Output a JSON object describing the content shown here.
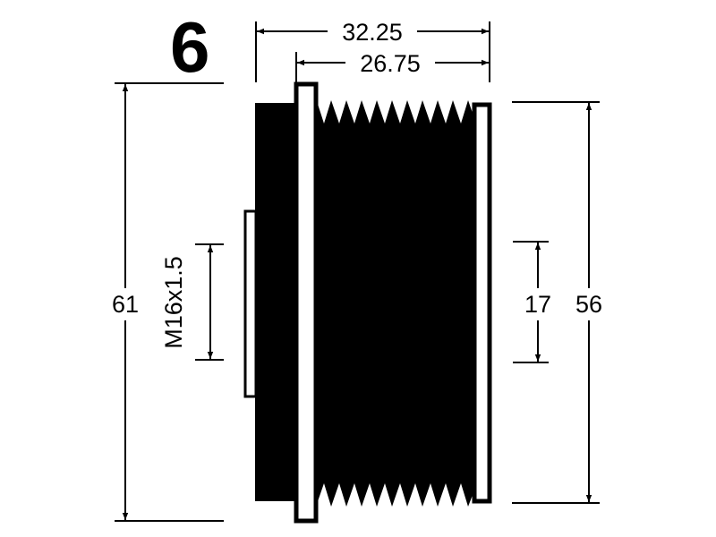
{
  "diagram": {
    "rib_count_label": "6",
    "dimensions": {
      "overall_width": "32.25",
      "groove_width": "26.75",
      "outer_diameter": "61",
      "groove_diameter": "56",
      "thread_size": "M16x1.5",
      "bore_diameter": "17"
    }
  }
}
